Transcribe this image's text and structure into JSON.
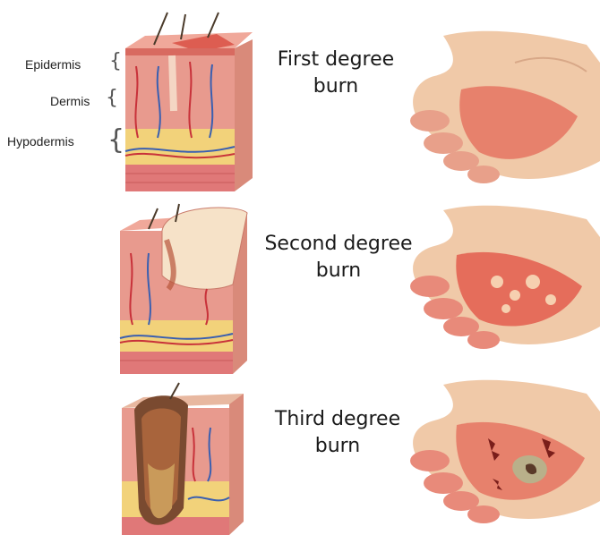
{
  "layers": {
    "epidermis": "Epidermis",
    "dermis": "Dermis",
    "hypodermis": "Hypodermis"
  },
  "burns": [
    {
      "line1": "First degree",
      "line2": "burn"
    },
    {
      "line1": "Second degree",
      "line2": "burn"
    },
    {
      "line1": "Third degree",
      "line2": "burn"
    }
  ],
  "colors": {
    "skin_surface": "#f2b0a0",
    "dermis": "#e88a86",
    "hypodermis": "#f2d27a",
    "muscle": "#e07878",
    "vessel_red": "#c8323a",
    "vessel_blue": "#3a5fb0",
    "hand_skin": "#f0c9a8",
    "burn_red": "#e0463a",
    "char": "#5a3a28"
  }
}
